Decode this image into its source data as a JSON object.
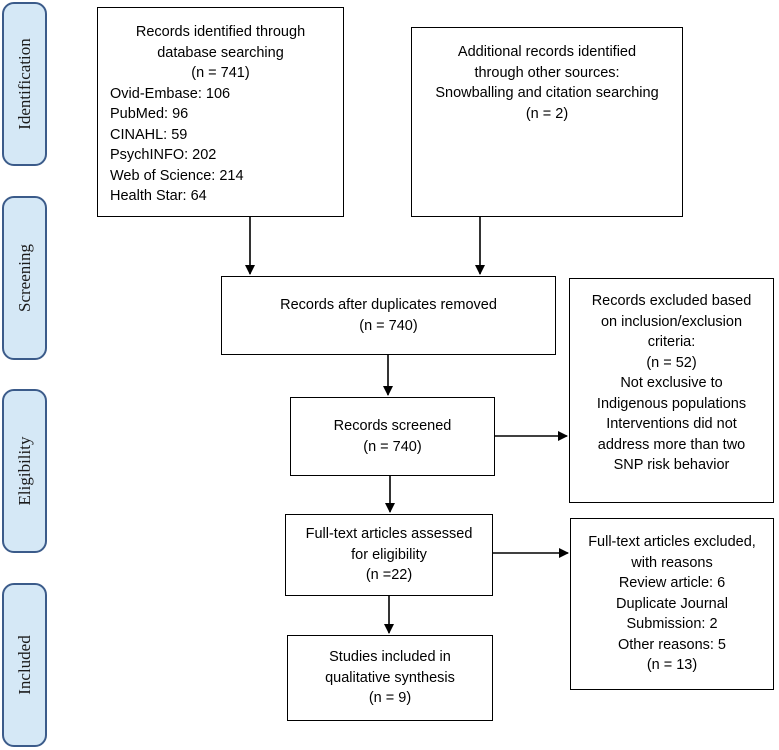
{
  "phases": [
    {
      "id": "identification",
      "label": "Identification"
    },
    {
      "id": "screening",
      "label": "Screening"
    },
    {
      "id": "eligibility",
      "label": "Eligibility"
    },
    {
      "id": "included",
      "label": "Included"
    }
  ],
  "boxes": {
    "database_records": {
      "heading": [
        "Records identified through",
        "database searching",
        "(n = 741)"
      ],
      "sources": [
        "Ovid-Embase: 106",
        "PubMed: 96",
        "CINAHL: 59",
        "PsychINFO: 202",
        "Web of Science: 214",
        "Health Star: 64"
      ]
    },
    "additional_records": {
      "lines": [
        "Additional records identified",
        "through other sources:",
        "Snowballing and citation searching",
        "(n = 2)"
      ]
    },
    "duplicates_removed": {
      "lines": [
        "Records after duplicates removed",
        "(n = 740)"
      ]
    },
    "records_excluded": {
      "lines": [
        "Records excluded based",
        "on inclusion/exclusion",
        "criteria:",
        "(n = 52)",
        "Not exclusive to",
        "Indigenous populations",
        "Interventions did not",
        "address more than two",
        "SNP risk behavior"
      ]
    },
    "records_screened": {
      "lines": [
        "Records screened",
        "(n = 740)"
      ]
    },
    "fulltext_assessed": {
      "lines": [
        "Full-text articles assessed",
        "for eligibility",
        "(n =22)"
      ]
    },
    "fulltext_excluded": {
      "lines": [
        "Full-text articles excluded,",
        "with reasons",
        "Review article: 6",
        "Duplicate Journal",
        "Submission: 2",
        "Other reasons: 5",
        "(n = 13)"
      ]
    },
    "studies_included": {
      "lines": [
        "Studies included in",
        "qualitative synthesis",
        "(n = 9)"
      ]
    }
  },
  "colors": {
    "phase_fill": "#d5e8f6",
    "phase_border": "#3b5b8a",
    "box_border": "#000000"
  }
}
